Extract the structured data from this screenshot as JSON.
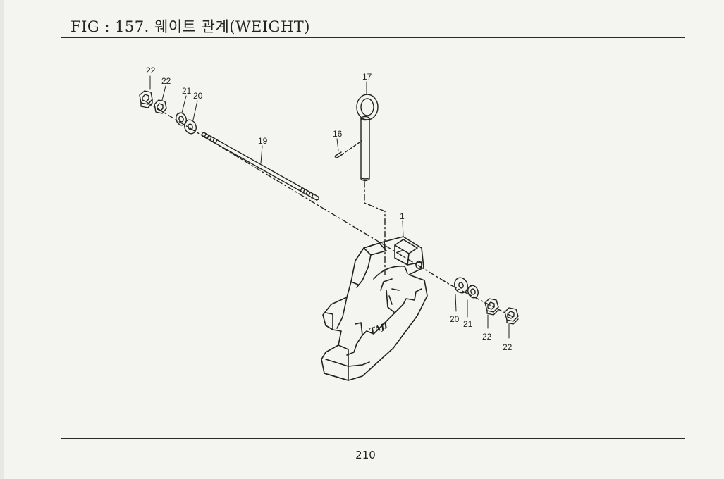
{
  "figure": {
    "title": "FIG : 157. 웨이트 관계(WEIGHT)"
  },
  "page_number": "210",
  "callouts": {
    "c22a": "22",
    "c22b": "22",
    "c21a": "21",
    "c20a": "20",
    "c19": "19",
    "c17": "17",
    "c16": "16",
    "c1": "1",
    "c20b": "20",
    "c21b": "21",
    "c22c": "22",
    "c22d": "22"
  },
  "logo_text": "TAJI"
}
